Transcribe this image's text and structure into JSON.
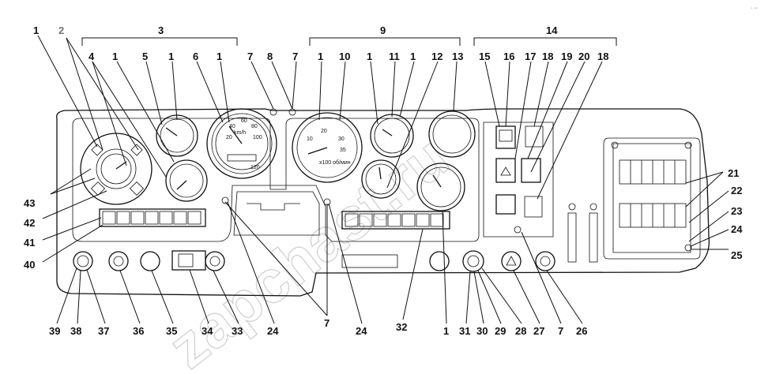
{
  "watermark": "zapchast.ru",
  "corner_mark": "· ··",
  "labels": {
    "n1": "1",
    "n2": "2",
    "n3": "3",
    "n4": "4",
    "n5": "5",
    "n6": "6",
    "n7": "7",
    "n8": "8",
    "n9": "9",
    "n10": "10",
    "n11": "11",
    "n12": "12",
    "n13": "13",
    "n14": "14",
    "n15": "15",
    "n16": "16",
    "n17": "17",
    "n18": "18",
    "n19": "19",
    "n20": "20",
    "n21": "21",
    "n22": "22",
    "n23": "23",
    "n24": "24",
    "n25": "25",
    "n26": "26",
    "n27": "27",
    "n28": "28",
    "n29": "29",
    "n30": "30",
    "n31": "31",
    "n32": "32",
    "n33": "33",
    "n34": "34",
    "n35": "35",
    "n36": "36",
    "n37": "37",
    "n38": "38",
    "n39": "39",
    "n40": "40",
    "n41": "41",
    "n42": "42",
    "n43": "43"
  },
  "gauges": {
    "speed_unit": "km/h",
    "speed_ticks": [
      "20",
      "40",
      "60",
      "80",
      "100",
      "120"
    ],
    "tach_ticks": [
      "10",
      "20",
      "30",
      "35"
    ],
    "tach_unit": "x100 об/мин"
  }
}
